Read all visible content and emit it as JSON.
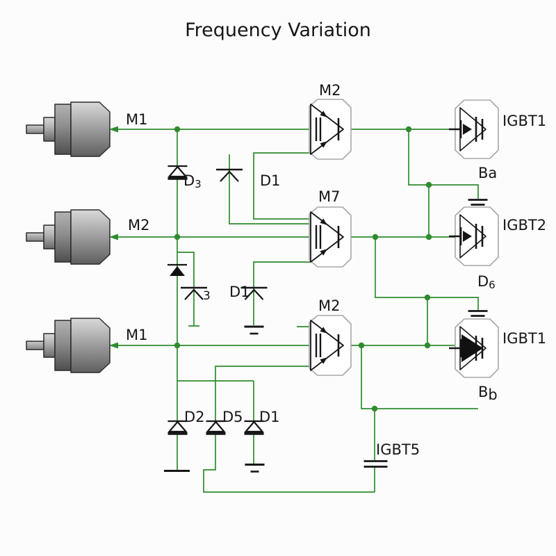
{
  "title": "Frequency Variation",
  "colors": {
    "wire": "#2e8b2e",
    "ink": "#161616",
    "outline": "#a8a8a8",
    "bg": "#fcfcfc"
  },
  "motors": [
    {
      "label": "M1"
    },
    {
      "label": "M2"
    },
    {
      "label": "M1"
    }
  ],
  "modules": [
    {
      "label": "M2"
    },
    {
      "label": "M7"
    },
    {
      "label": "M2"
    }
  ],
  "igbts": [
    {
      "label": "IGBT1"
    },
    {
      "label": "IGBT2"
    },
    {
      "label": "IGBT1"
    }
  ],
  "capacitors": [
    {
      "label": "Ba"
    },
    {
      "label": "D",
      "sub": "6"
    },
    {
      "label": "B",
      "sub": "b"
    },
    {
      "label": "IGBT5"
    }
  ],
  "diodes": {
    "d3": {
      "label": "D",
      "sub": "3"
    },
    "d1_top": {
      "label": "D1"
    },
    "free3": {
      "label": "3"
    },
    "d1_mid": {
      "label": "D1"
    },
    "d2": {
      "label": "D2"
    },
    "d5": {
      "label": "D5"
    },
    "d1_bottom": {
      "label": "D1"
    }
  }
}
